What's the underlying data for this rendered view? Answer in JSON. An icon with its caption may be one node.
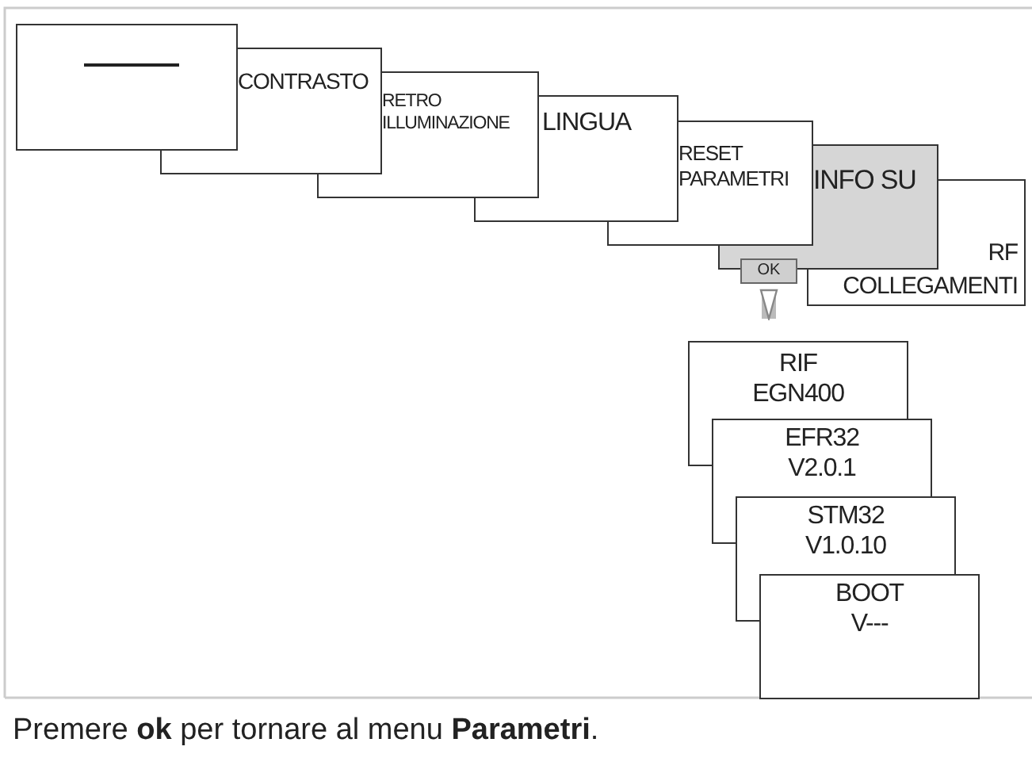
{
  "diagram": {
    "caption": "Premere **ok** per tornare al menu **Parametri**.",
    "nodes": [
      {
        "text": [],
        "shape": "box"
      },
      {
        "text": [
          "CONTRASTO"
        ]
      },
      {
        "text": [
          "RETRO ILLUMINAZIONE"
        ]
      },
      {
        "text": [
          "LINGUA"
        ]
      },
      {
        "text": [
          "RESET PARAMETRI"
        ]
      },
      {
        "text": [
          "INFO SU"
        ]
      },
      {
        "text": [
          "RF",
          "COLLEGAMENTI"
        ]
      },
      {
        "text": [
          "OK"
        ]
      },
      {
        "text": [
          "RIF EGN400"
        ]
      },
      {
        "text": [
          "EFR32 V2.0.1"
        ]
      },
      {
        "text": [
          "STM32 V1.0.10"
        ]
      },
      {
        "text": [
          "BOOT V---"
        ]
      }
    ],
    "edges": [
      {
        "from": 7,
        "to": 8,
        "arrow": "to"
      }
    ]
  }
}
